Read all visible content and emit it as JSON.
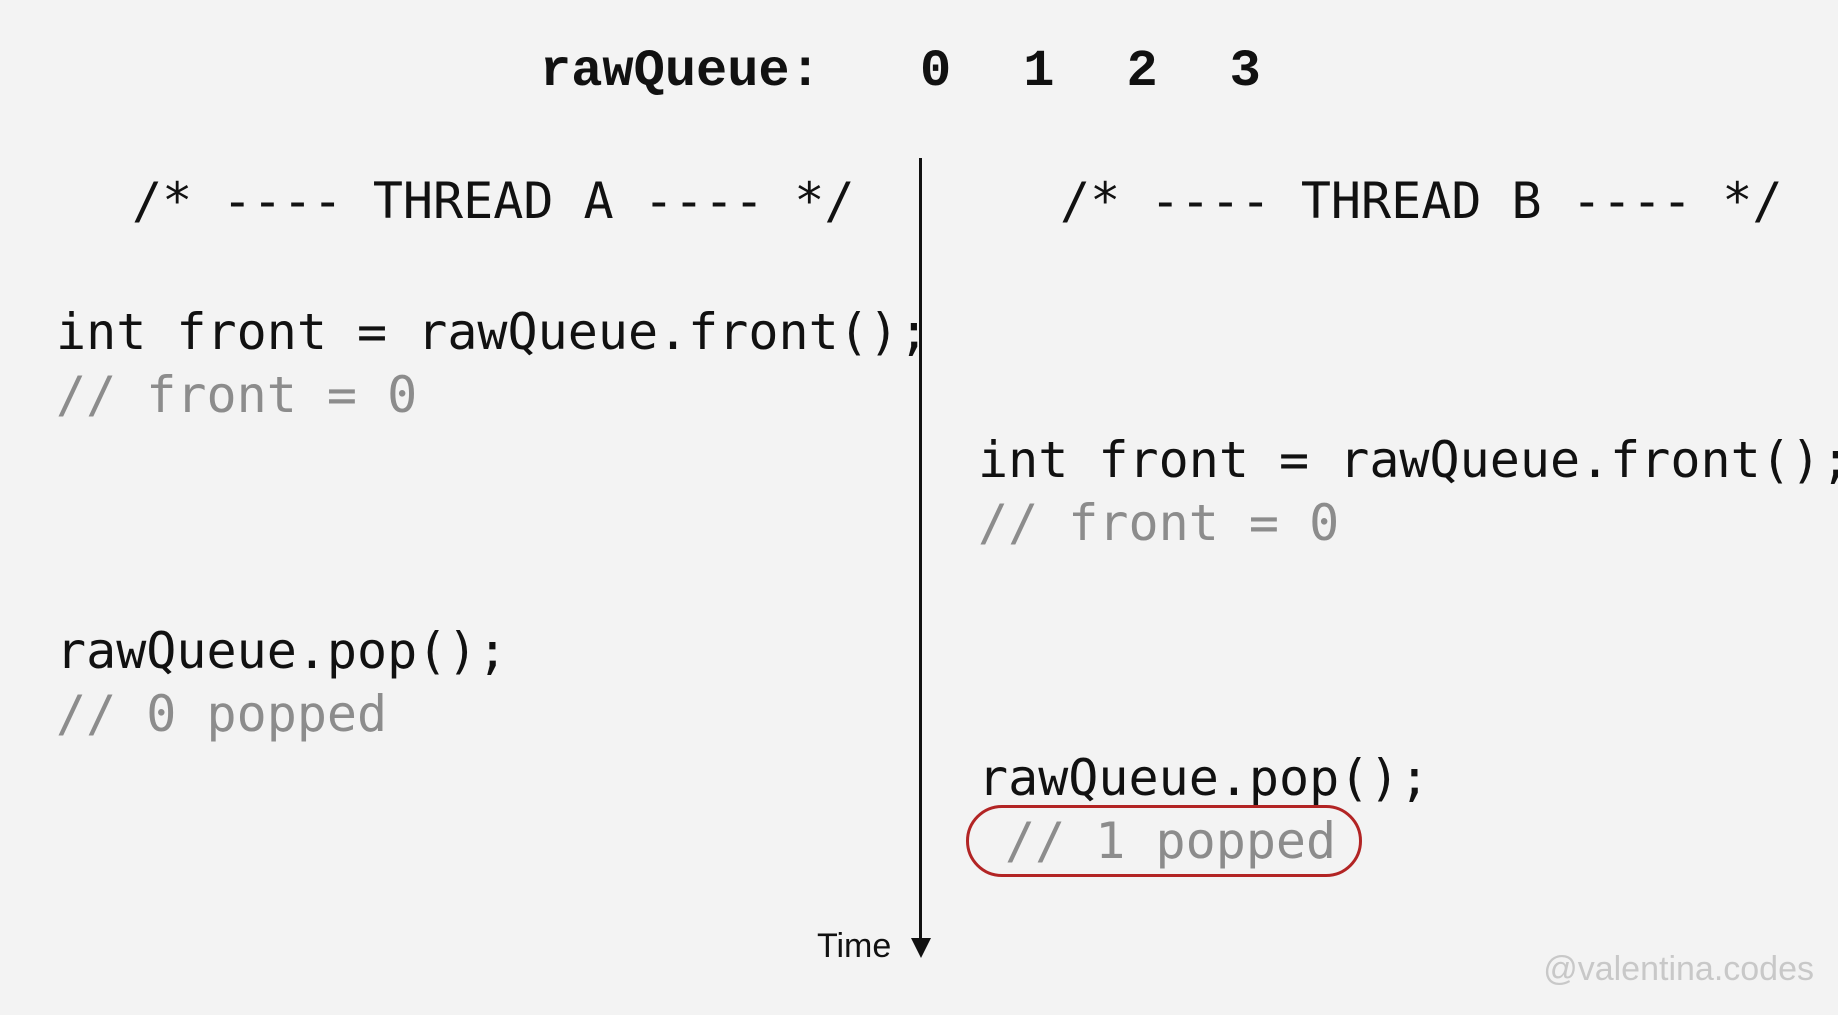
{
  "queue": {
    "label": "rawQueue:",
    "values": [
      "0",
      "1",
      "2",
      "3"
    ]
  },
  "thread_a": {
    "header": "/* ---- THREAD A ---- */",
    "line1": "int front = rawQueue.front();",
    "comment1": "// front = 0",
    "line2": "rawQueue.pop();",
    "comment2": "// 0 popped"
  },
  "thread_b": {
    "header": "/* ---- THREAD B ---- */",
    "line1": "int front = rawQueue.front();",
    "comment1": "// front = 0",
    "line2": "rawQueue.pop();",
    "comment2": "// 1 popped"
  },
  "time_label": "Time",
  "watermark": "@valentina.codes",
  "colors": {
    "highlight": "#b22424",
    "comment": "#8c8c8c",
    "background": "#f3f3f3"
  }
}
